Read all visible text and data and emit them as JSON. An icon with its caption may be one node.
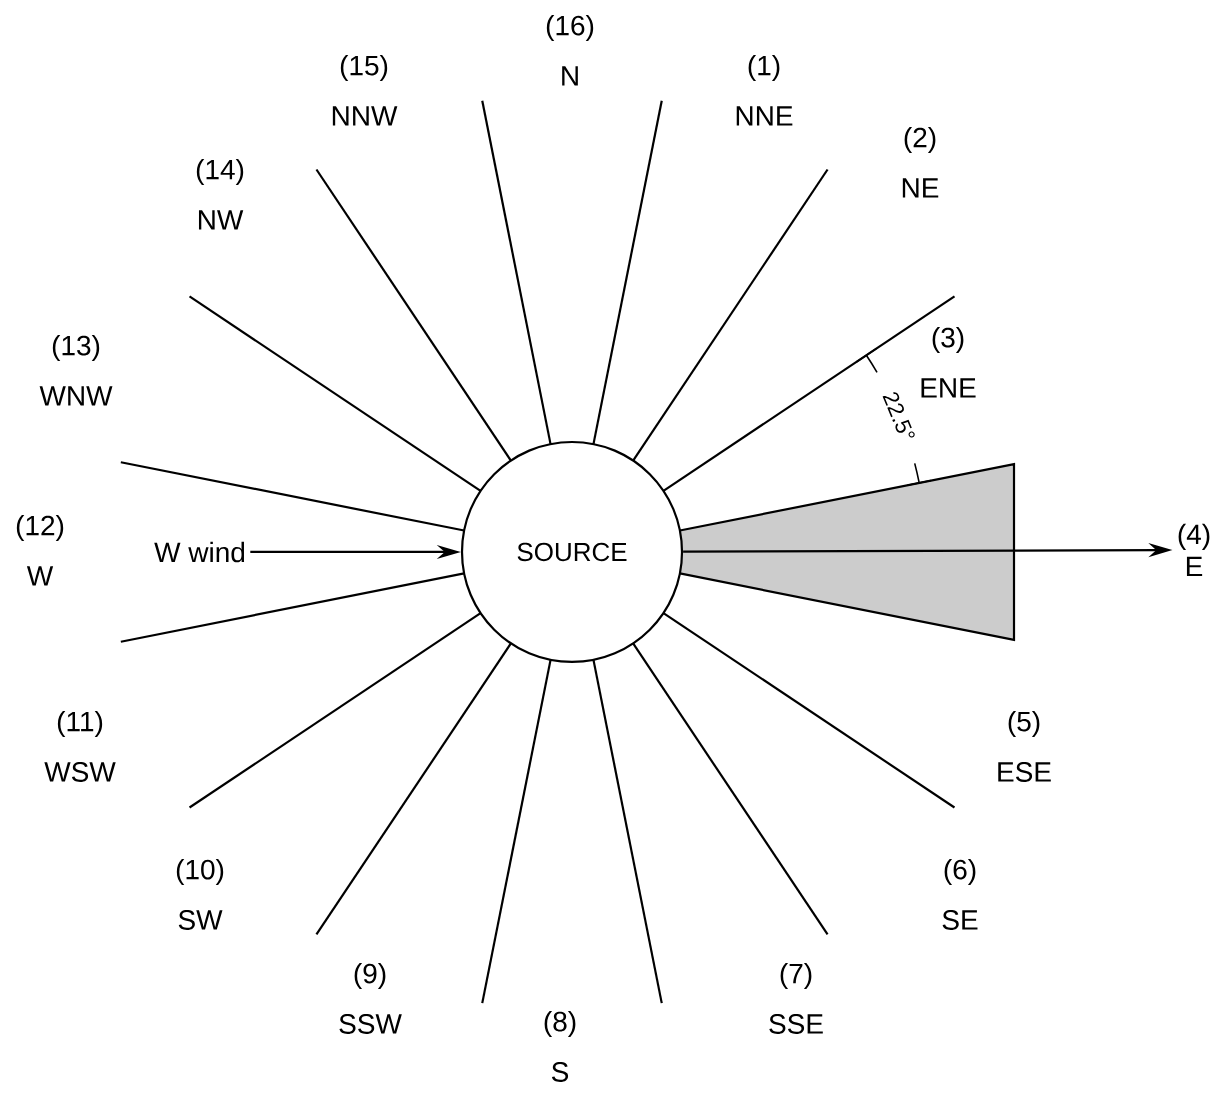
{
  "diagram": {
    "nodes": [
      {
        "text": [
          "W wind"
        ]
      },
      {
        "text": [
          "SOURCE"
        ]
      },
      {
        "text": [
          "(4)",
          "E"
        ]
      }
    ],
    "edges": [
      {
        "from": 0,
        "to": 1,
        "arrow": "to"
      },
      {
        "from": 1,
        "to": 2,
        "arrow": "to"
      }
    ],
    "labels": [
      "(16)",
      "N",
      "(15)",
      "NNW",
      "(1)",
      "NNE",
      "(14)",
      "NW",
      "(2)",
      "NE",
      "(13)",
      "WNW",
      "(3)",
      "ENE",
      "22.5°",
      "(12)",
      "W",
      "(11)",
      "WSW",
      "(5)",
      "ESE",
      "(10)",
      "SW",
      "(6)",
      "SE",
      "(9)",
      "SSW",
      "(7)",
      "SSE",
      "(8)",
      "S"
    ]
  }
}
